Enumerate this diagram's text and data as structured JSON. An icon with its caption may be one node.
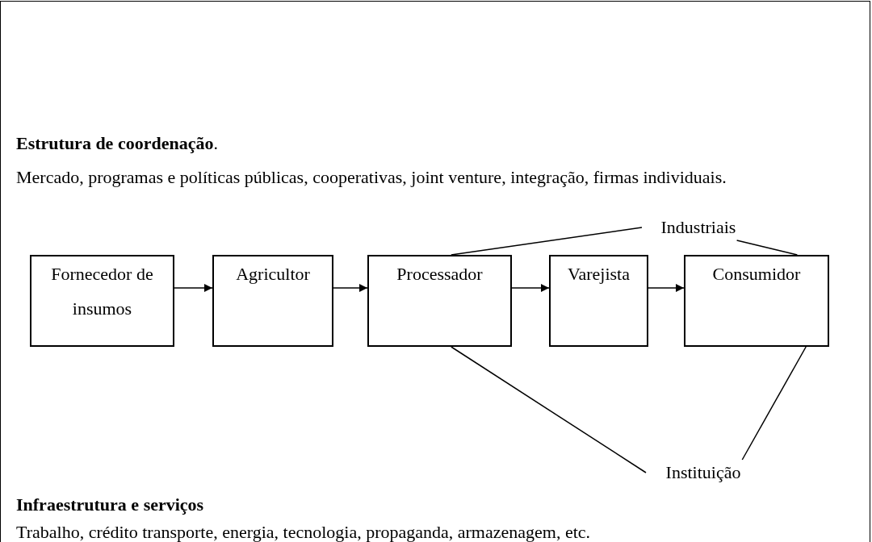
{
  "diagram": {
    "nodes": [
      {
        "text": [
          "Fornecedor de insumos"
        ]
      },
      {
        "text": [
          "Agricultor"
        ]
      },
      {
        "text": [
          "Processador"
        ]
      },
      {
        "text": [
          "Varejista"
        ]
      },
      {
        "text": [
          "Consumidor"
        ]
      },
      {
        "text": [
          "Industriais"
        ]
      },
      {
        "text": [
          "Instituição"
        ]
      }
    ],
    "edges": [
      {
        "from": 0,
        "to": 1,
        "arrow": "to"
      },
      {
        "from": 1,
        "to": 2,
        "arrow": "to"
      },
      {
        "from": 2,
        "to": 3,
        "arrow": "to"
      },
      {
        "from": 3,
        "to": 4,
        "arrow": "to"
      },
      {
        "from": 5,
        "to": 2,
        "arrow": "none"
      },
      {
        "from": 5,
        "to": 4,
        "arrow": "none"
      },
      {
        "from": 6,
        "to": 2,
        "arrow": "none"
      },
      {
        "from": 6,
        "to": 4,
        "arrow": "none"
      }
    ],
    "labels": [
      "**Estrutura de coordenação**.",
      "Mercado, programas e políticas públicas, cooperativas, joint venture, integração, firmas individuais.",
      "Infraestrutura e serviços",
      "Trabalho, crédito transporte, energia, tecnologia, propaganda, armazenagem, etc."
    ]
  }
}
